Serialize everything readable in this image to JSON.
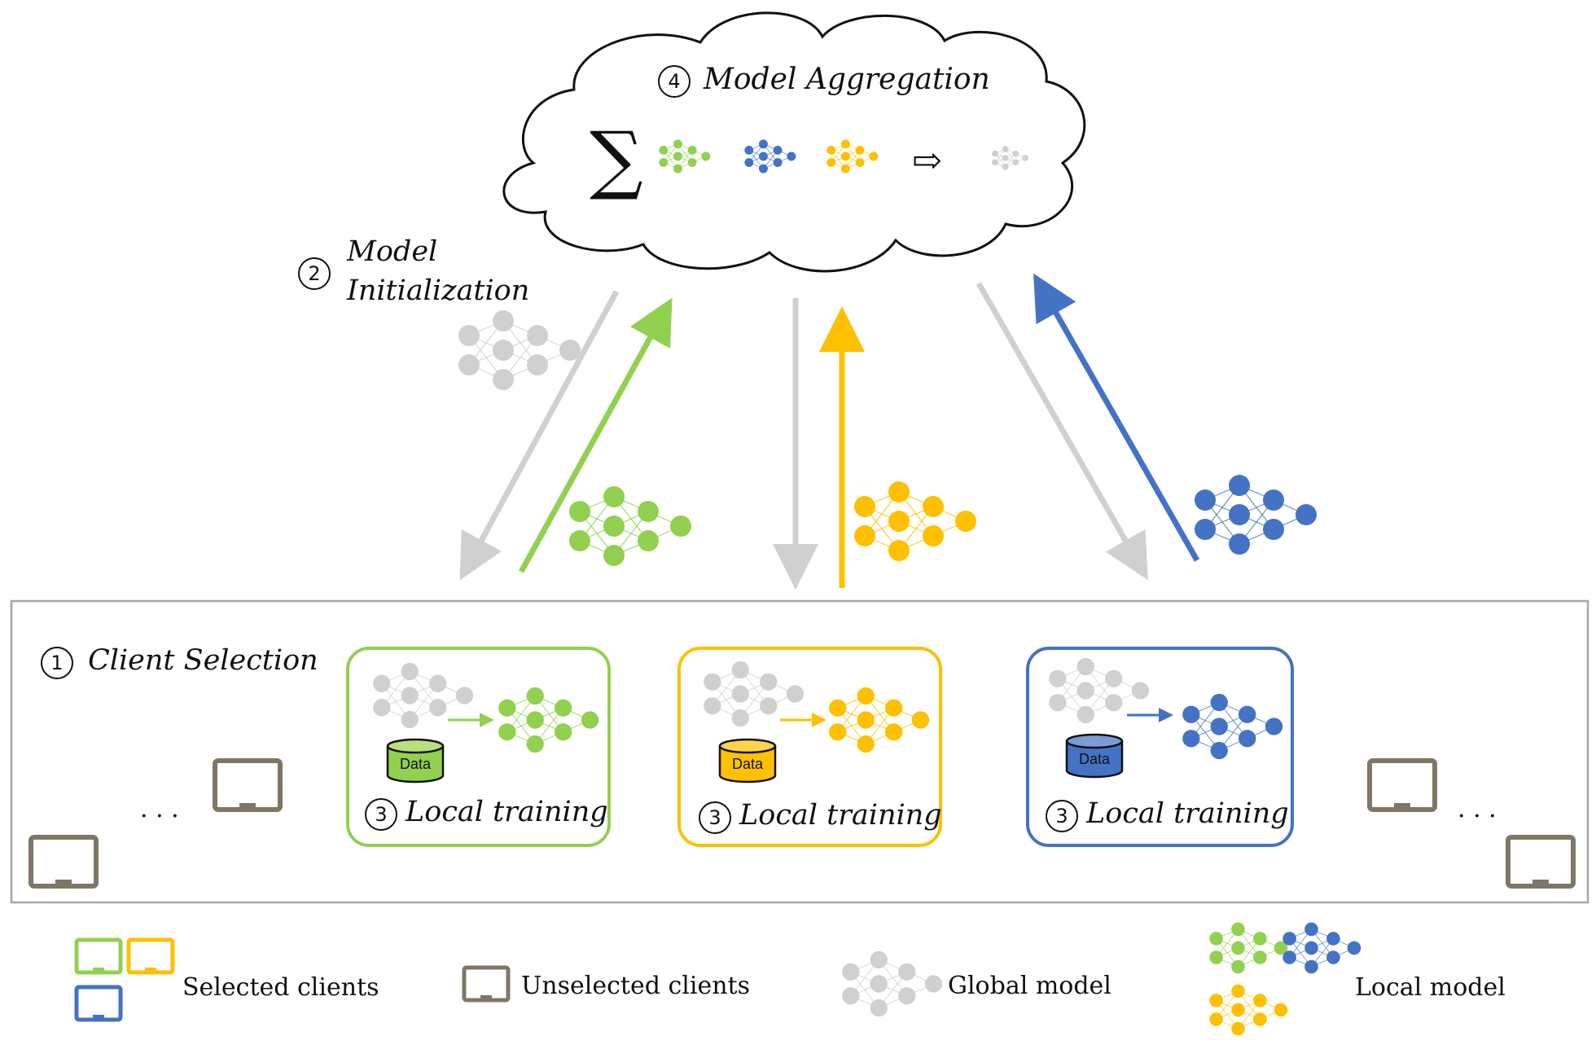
{
  "colors": {
    "green": "#92d050",
    "yellow": "#ffc000",
    "blue": "#4472c4",
    "gray": "#d0d0d0",
    "device": "#7f7766",
    "panel_border": "#a6a6a6"
  },
  "steps": {
    "aggregation": {
      "number": "4",
      "label": "Model Aggregation"
    },
    "initialization": {
      "number": "2",
      "label_line1": "Model",
      "label_line2": "Initialization"
    },
    "selection": {
      "number": "1",
      "label": "Client Selection"
    },
    "local_training": {
      "number": "3",
      "label": "Local training"
    }
  },
  "cloud": {
    "sum_symbol": "∑",
    "arrow_symbol": "⇨"
  },
  "clients": [
    {
      "color": "green",
      "data_label": "Data",
      "step_number": "3",
      "label": "Local training"
    },
    {
      "color": "yellow",
      "data_label": "Data",
      "step_number": "3",
      "label": "Local training"
    },
    {
      "color": "blue",
      "data_label": "Data",
      "step_number": "3",
      "label": "Local training"
    }
  ],
  "ellipsis": "· · ·",
  "legend": {
    "selected": "Selected clients",
    "unselected": "Unselected clients",
    "global": "Global model",
    "local": "Local model"
  }
}
